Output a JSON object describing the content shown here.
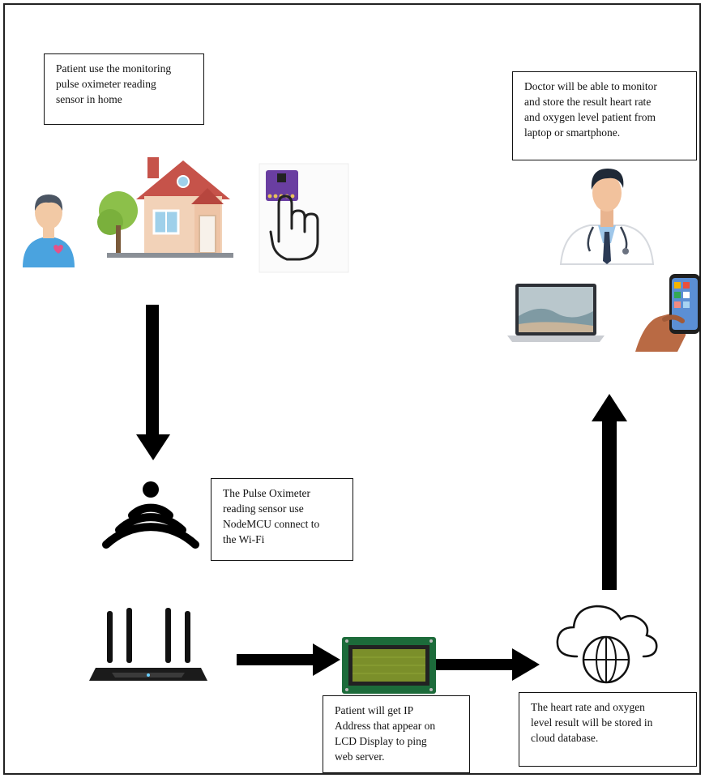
{
  "notes": {
    "patient_home": "Patient use the monitoring\npulse oximeter reading\nsensor in home",
    "doctor": "Doctor will be able to monitor\nand store the result heart rate\nand oxygen level patient from\nlaptop or smartphone.",
    "wifi": "The Pulse Oximeter\nreading sensor use\nNodeMCU connect to\nthe Wi-Fi",
    "lcd": "Patient will get IP\nAddress that appear on\nLCD Display to ping\nweb server.",
    "cloud": "The heart rate and oxygen\nlevel result will be stored in\ncloud database."
  },
  "icons": [
    "patient-icon",
    "house-icon",
    "finger-sensor-icon",
    "doctor-icon",
    "laptop-icon",
    "smartphone-icon",
    "wifi-icon",
    "router-icon",
    "lcd-display-icon",
    "cloud-globe-icon"
  ],
  "colors": {
    "arrow": "#000000",
    "border": "#111111",
    "sensor_board": "#6a3ea1",
    "lcd_screen": "#7b8f2a",
    "house_roof": "#c6534a",
    "patient_shirt": "#4aa3df"
  }
}
